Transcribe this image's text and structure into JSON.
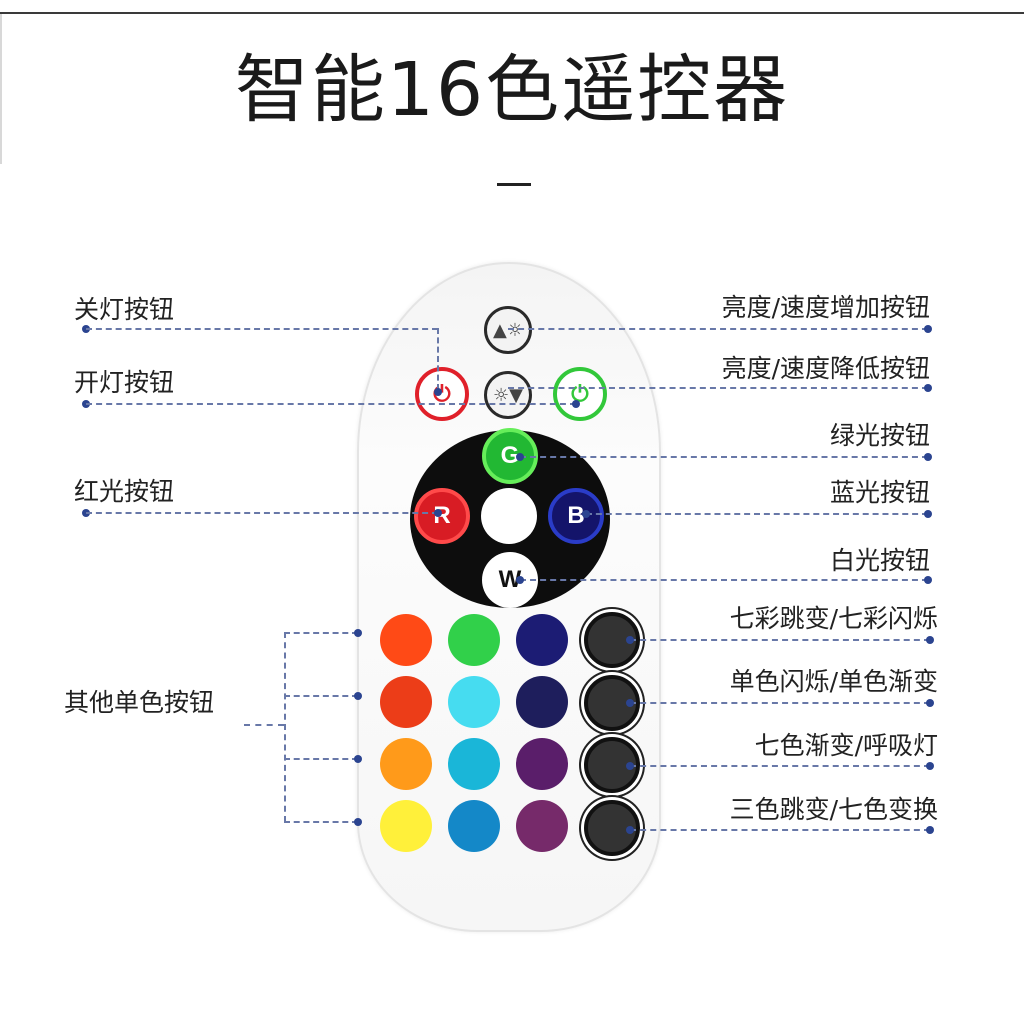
{
  "title": "智能16色遥控器",
  "labels": {
    "off": "关灯按钮",
    "on": "开灯按钮",
    "red": "红光按钮",
    "others": "其他单色按钮",
    "bright_up": "亮度/速度增加按钮",
    "bright_down": "亮度/速度降低按钮",
    "green": "绿光按钮",
    "blue": "蓝光按钮",
    "white": "白光按钮",
    "mode1": "七彩跳变/七彩闪烁",
    "mode2": "单色闪烁/单色渐变",
    "mode3": "七色渐变/呼吸灯",
    "mode4": "三色跳变/七色变换"
  },
  "remote": {
    "off_text": "OFF",
    "on_text": "ON",
    "g": "G",
    "r": "R",
    "b": "B",
    "w": "W",
    "colors": {
      "col1": [
        "#ff4a16",
        "#ec3d18",
        "#ff9a1a",
        "#fff03a"
      ],
      "col2": [
        "#31d04a",
        "#46dcf0",
        "#1ab6d8",
        "#1488c8"
      ],
      "col3": [
        "#1c1c74",
        "#1e1e5c",
        "#5a1e6a",
        "#762a6a"
      ]
    }
  }
}
